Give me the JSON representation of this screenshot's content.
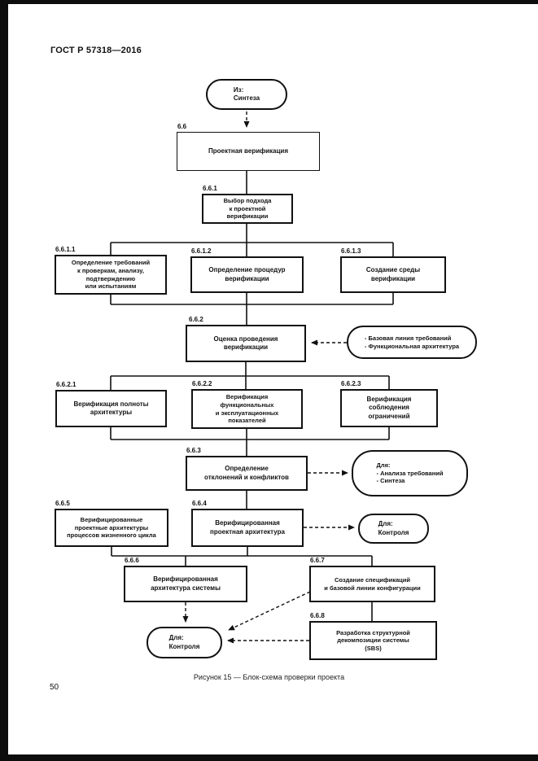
{
  "page": {
    "header": "ГОСТ Р 57318—2016",
    "page_number": "50",
    "caption": "Рисунок 15 — Блок-схема проверки проекта"
  },
  "colors": {
    "ink": "#111111",
    "paper": "#ffffff"
  },
  "flowchart": {
    "nodes": {
      "start": {
        "text": "Из:\nСинтеза"
      },
      "n66": {
        "label": "6.6",
        "text": "Проектная верификация"
      },
      "n661": {
        "label": "6.6.1",
        "text": "Выбор подхода\nк проектной\nверификации"
      },
      "n6611": {
        "label": "6.6.1.1",
        "text": "Определение требований\nк проверкам, анализу,\nподтверждению\nили испытаниям"
      },
      "n6612": {
        "label": "6.6.1.2",
        "text": "Определение процедур\nверификации"
      },
      "n6613": {
        "label": "6.6.1.3",
        "text": "Создание среды\nверификации"
      },
      "n662": {
        "label": "6.6.2",
        "text": "Оценка проведения\nверификации"
      },
      "inp662": {
        "text": "- Базовая линия требований\n- Функциональная архитектура"
      },
      "n6621": {
        "label": "6.6.2.1",
        "text": "Верификация полноты\nархитектуры"
      },
      "n6622": {
        "label": "6.6.2.2",
        "text": "Верификация\nфункциональных\nи эксплуатационных\nпоказателей"
      },
      "n6623": {
        "label": "6.6.2.3",
        "text": "Верификация\nсоблюдения\nограничений"
      },
      "n663": {
        "label": "6.6.3",
        "text": "Определение\nотклонений и конфликтов"
      },
      "out663": {
        "text": "Для:\n- Анализа требований\n- Синтеза"
      },
      "n665": {
        "label": "6.6.5",
        "text": "Верифицированные\nпроектные архитектуры\nпроцессов жизненного цикла"
      },
      "n664": {
        "label": "6.6.4",
        "text": "Верифицированная\nпроектная архитектура"
      },
      "out664": {
        "text": "Для:\nКонтроля"
      },
      "n666": {
        "label": "6.6.6",
        "text": "Верифицированная\nархитектура системы"
      },
      "n667": {
        "label": "6.6.7",
        "text": "Создание спецификаций\nи базовой линии конфигурации"
      },
      "n668": {
        "label": "6.6.8",
        "text": "Разработка структурной\nдекомпозиции системы\n(SBS)"
      },
      "end": {
        "text": "Для:\nКонтроля"
      }
    }
  }
}
